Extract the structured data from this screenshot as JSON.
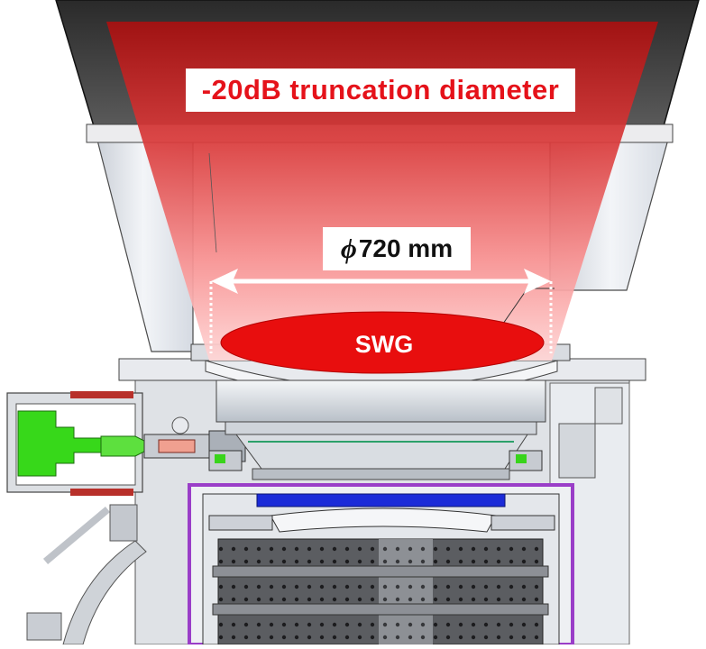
{
  "labels": {
    "truncation": "-20dB truncation diameter",
    "diameter_symbol": "ϕ",
    "diameter_value": "720 mm",
    "swg": "SWG"
  },
  "colors": {
    "beam_red": "#d01a1a",
    "swg_red": "#e80e0e",
    "label_red": "#e5121a",
    "horn_dark": "#3c3c3c",
    "metal_light": "#e6e9ee",
    "absorber_green": "#39d41b",
    "shield_blue": "#1b2bd8",
    "shield_purple": "#9a3ec8"
  }
}
